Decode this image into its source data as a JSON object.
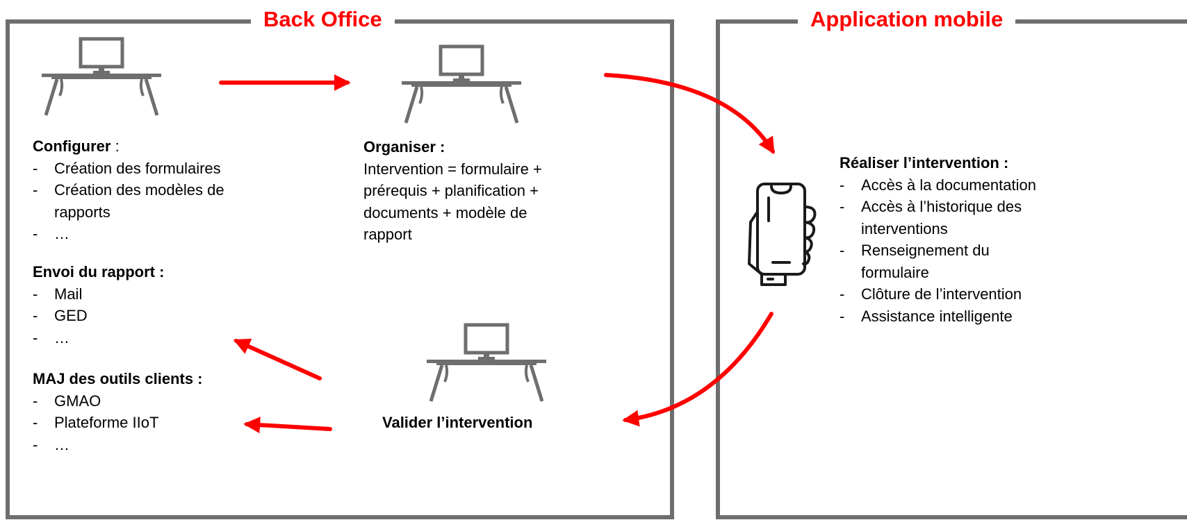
{
  "back_office": {
    "title": "Back Office",
    "configurer": {
      "heading": "Configurer",
      "suffix": " :",
      "items": [
        "Création des formulaires",
        "Création des modèles de rapports",
        "…"
      ]
    },
    "envoi": {
      "heading": "Envoi du rapport :",
      "items": [
        "Mail",
        "GED",
        "…"
      ]
    },
    "maj": {
      "heading": "MAJ des outils clients :",
      "items": [
        "GMAO",
        "Plateforme IIoT",
        "…"
      ]
    },
    "organiser": {
      "heading": "Organiser :",
      "lines": [
        "Intervention = formulaire +",
        "prérequis + planification +",
        "documents + modèle de",
        "rapport"
      ]
    },
    "valider": "Valider l’intervention"
  },
  "application_mobile": {
    "title": "Application mobile",
    "realiser": {
      "heading": "Réaliser l’intervention :",
      "items": [
        "Accès à la documentation",
        "Accès à l’historique des interventions",
        "Renseignement du formulaire",
        "Clôture de l’intervention",
        "Assistance intelligente"
      ]
    }
  },
  "colors": {
    "accent": "#ff0000",
    "border": "#6e6e6e",
    "icon": "#6e6e6e"
  },
  "icons": [
    "desk-computer-icon",
    "phone-in-hand-icon"
  ]
}
